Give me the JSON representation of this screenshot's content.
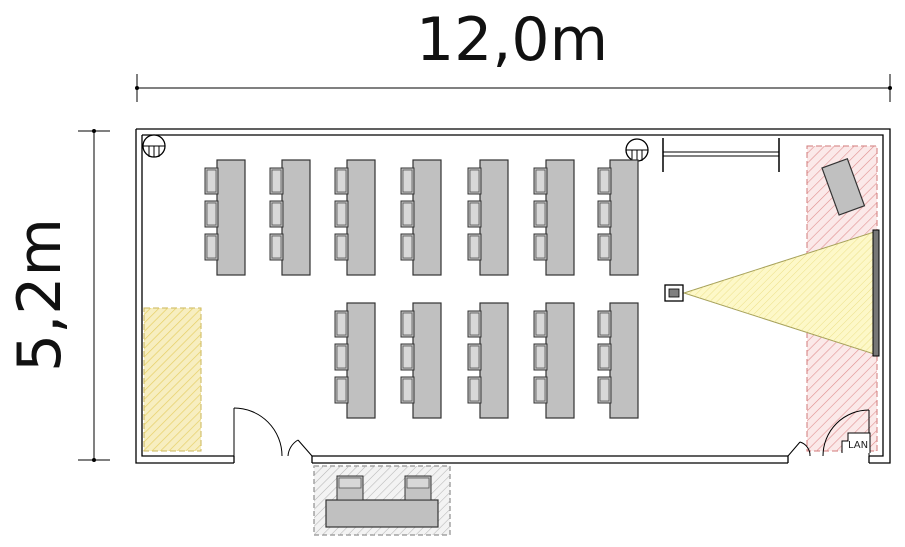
{
  "dimensions": {
    "width_label": "12,0m",
    "height_label": "5,2m"
  },
  "room": {
    "lan_label": "LAN",
    "desk_rows": [
      {
        "desks": 7,
        "chairs_per_desk": 3
      },
      {
        "desks": 5,
        "chairs_per_desk": 3
      }
    ],
    "outside_desk_chairs": 2
  },
  "colors": {
    "wall": "#000000",
    "desk_fill": "#c0c0c0",
    "desk_stroke": "#333333",
    "yellow_zone": "#f2e08a",
    "red_zone": "#e79a9a",
    "projector_beam": "#fbf4b0",
    "outside_zone": "#e3e3e3"
  },
  "icons": [
    "column-icon",
    "projector-icon",
    "screen-icon",
    "lan-port-icon",
    "door-icon",
    "chair-icon"
  ]
}
